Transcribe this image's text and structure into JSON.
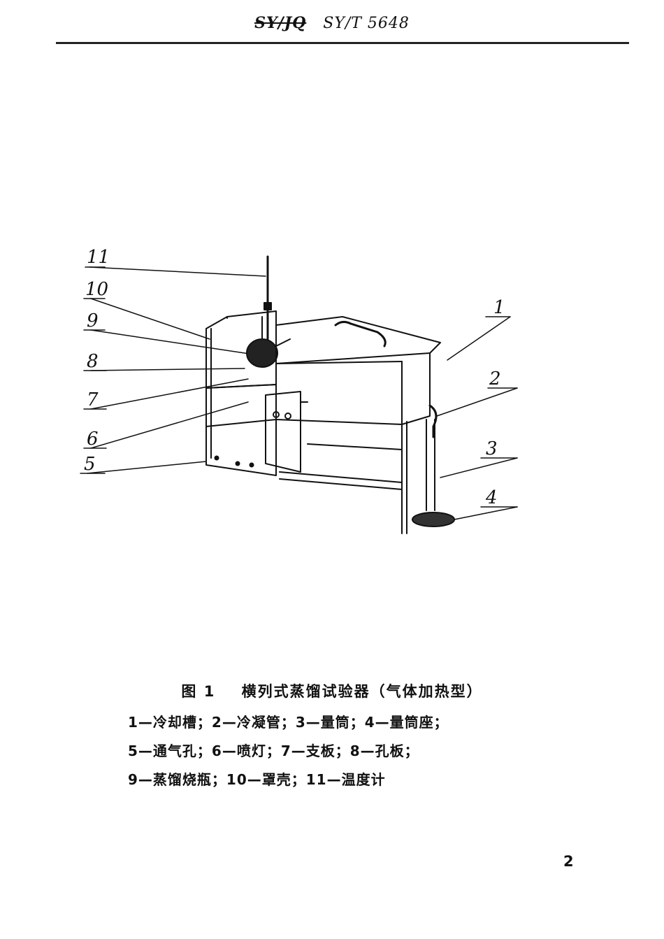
{
  "header": {
    "struck_code": "SY/JQ",
    "standard_code": "SY/T 5648"
  },
  "figure": {
    "callouts": [
      "1",
      "2",
      "3",
      "4",
      "5",
      "6",
      "7",
      "8",
      "9",
      "10",
      "11"
    ]
  },
  "caption": {
    "figure_label": "图 1",
    "title": "横列式蒸馏试验器（气体加热型）"
  },
  "legend": {
    "lines": [
      "1—冷却槽；2—冷凝管；3—量筒；4—量筒座；",
      "5—通气孔；6—喷灯；7—支板；8—孔板；",
      "9—蒸馏烧瓶；10—罩壳；11—温度计"
    ]
  },
  "page_number": "2"
}
